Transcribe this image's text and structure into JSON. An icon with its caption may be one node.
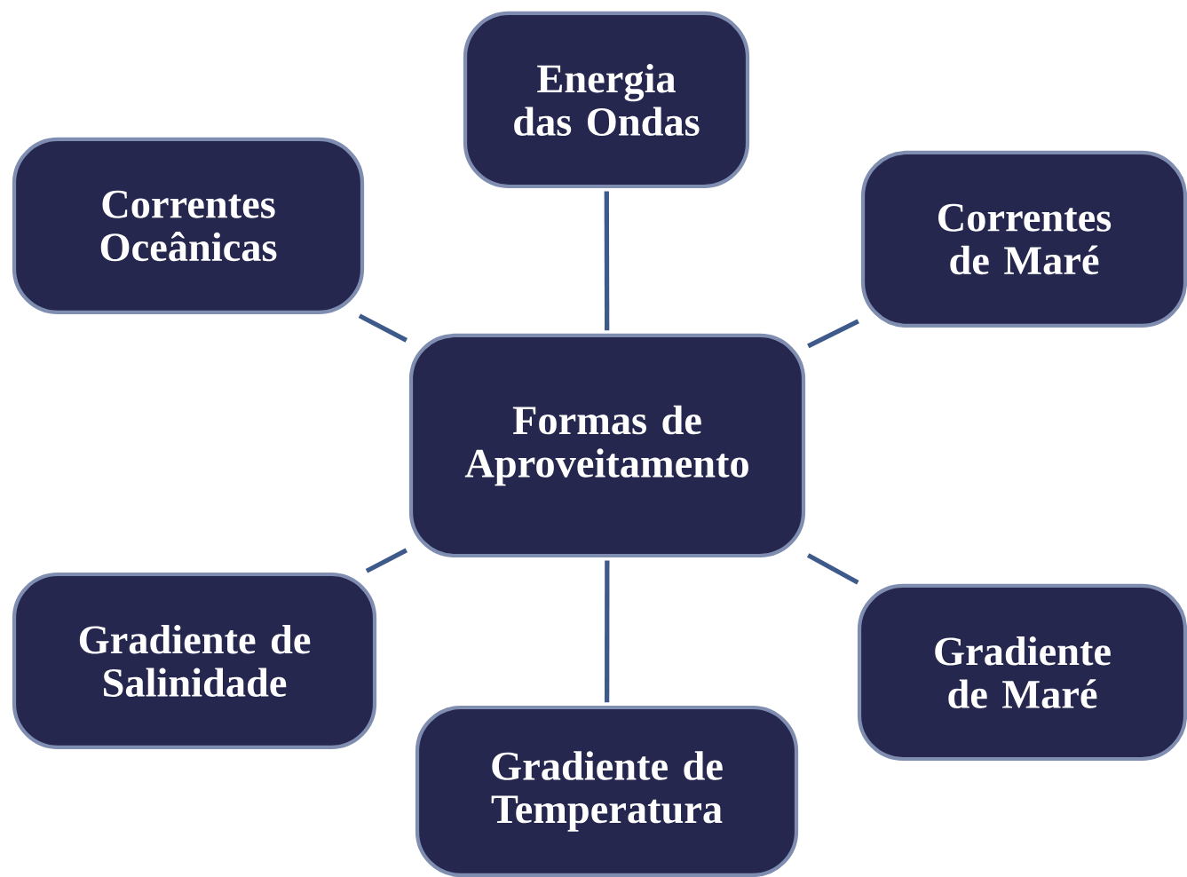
{
  "diagram": {
    "nodes": [
      {
        "text": [
          "Energia das Ondas"
        ]
      },
      {
        "text": [
          "Correntes Oceânicas"
        ]
      },
      {
        "text": [
          "Correntes de Maré"
        ]
      },
      {
        "text": [
          "Formas de Aproveitamento"
        ]
      },
      {
        "text": [
          "Gradiente de Salinidade"
        ]
      },
      {
        "text": [
          "Gradiente de Maré"
        ]
      },
      {
        "text": [
          "Gradiente de Temperatura"
        ]
      }
    ],
    "edges": [
      {
        "from": 3,
        "to": 0,
        "arrow": "none"
      },
      {
        "from": 3,
        "to": 1,
        "arrow": "none"
      },
      {
        "from": 3,
        "to": 2,
        "arrow": "none"
      },
      {
        "from": 3,
        "to": 4,
        "arrow": "none"
      },
      {
        "from": 3,
        "to": 5,
        "arrow": "none"
      },
      {
        "from": 3,
        "to": 6,
        "arrow": "none"
      }
    ]
  }
}
